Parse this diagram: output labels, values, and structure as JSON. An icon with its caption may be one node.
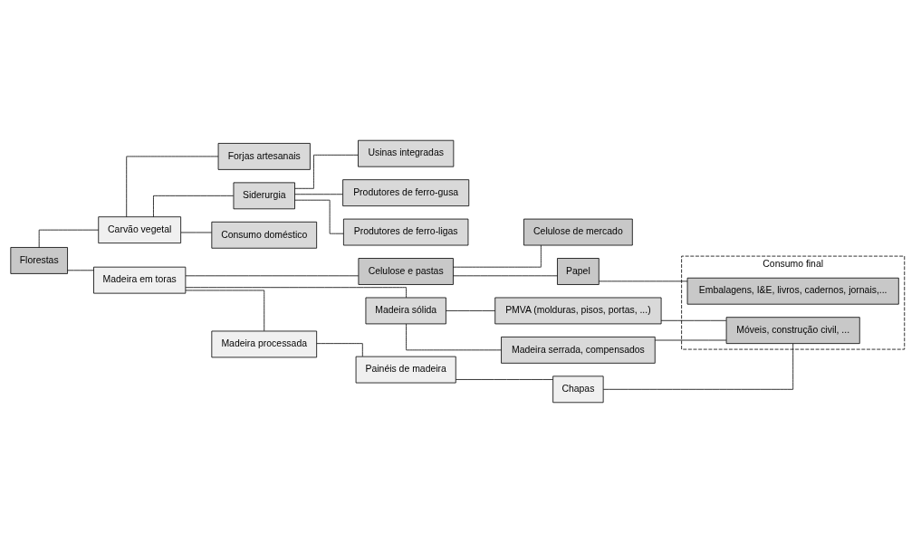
{
  "diagram": {
    "nodes": [
      {
        "text": [
          "Florestas"
        ]
      },
      {
        "text": [
          "Carvão vegetal"
        ]
      },
      {
        "text": [
          "Madeira em toras"
        ]
      },
      {
        "text": [
          "Forjas artesanais"
        ]
      },
      {
        "text": [
          "Siderurgia"
        ]
      },
      {
        "text": [
          "Consumo doméstico"
        ]
      },
      {
        "text": [
          "Usinas integradas"
        ]
      },
      {
        "text": [
          "Produtores de ferro-gusa"
        ]
      },
      {
        "text": [
          "Produtores de ferro-ligas"
        ]
      },
      {
        "text": [
          "Celulose e pastas"
        ]
      },
      {
        "text": [
          "Celulose de mercado"
        ]
      },
      {
        "text": [
          "Papel"
        ]
      },
      {
        "text": [
          "Madeira sólida"
        ]
      },
      {
        "text": [
          "PMVA (molduras, pisos, portas, ...)"
        ]
      },
      {
        "text": [
          "Madeira serrada, compensados"
        ]
      },
      {
        "text": [
          "Madeira processada"
        ]
      },
      {
        "text": [
          "Painéis de madeira"
        ]
      },
      {
        "text": [
          "Chapas"
        ]
      },
      {
        "text": [
          "Consumo final"
        ]
      },
      {
        "text": [
          "Embalagens, I&E, livros, cadernos, jornais,..."
        ],
        "in": 18
      },
      {
        "text": [
          "Móveis, construção civil, ..."
        ],
        "in": 18
      }
    ],
    "edges": [
      {
        "from": 0,
        "to": 1,
        "arrow": "none"
      },
      {
        "from": 0,
        "to": 2,
        "arrow": "none"
      },
      {
        "from": 1,
        "to": 3,
        "arrow": "none"
      },
      {
        "from": 1,
        "to": 4,
        "arrow": "none"
      },
      {
        "from": 1,
        "to": 5,
        "arrow": "none"
      },
      {
        "from": 4,
        "to": 6,
        "arrow": "none"
      },
      {
        "from": 4,
        "to": 7,
        "arrow": "none"
      },
      {
        "from": 4,
        "to": 8,
        "arrow": "none"
      },
      {
        "from": 2,
        "to": 9,
        "arrow": "none"
      },
      {
        "from": 2,
        "to": 12,
        "arrow": "none"
      },
      {
        "from": 2,
        "to": 15,
        "arrow": "none"
      },
      {
        "from": 9,
        "to": 10,
        "arrow": "none"
      },
      {
        "from": 9,
        "to": 11,
        "arrow": "none"
      },
      {
        "from": 11,
        "to": 19,
        "arrow": "none"
      },
      {
        "from": 12,
        "to": 13,
        "arrow": "none"
      },
      {
        "from": 12,
        "to": 14,
        "arrow": "none"
      },
      {
        "from": 13,
        "to": 20,
        "arrow": "none"
      },
      {
        "from": 14,
        "to": 20,
        "arrow": "none"
      },
      {
        "from": 15,
        "to": 16,
        "arrow": "none"
      },
      {
        "from": 16,
        "to": 17,
        "arrow": "none"
      },
      {
        "from": 17,
        "to": 20,
        "arrow": "none"
      }
    ]
  }
}
